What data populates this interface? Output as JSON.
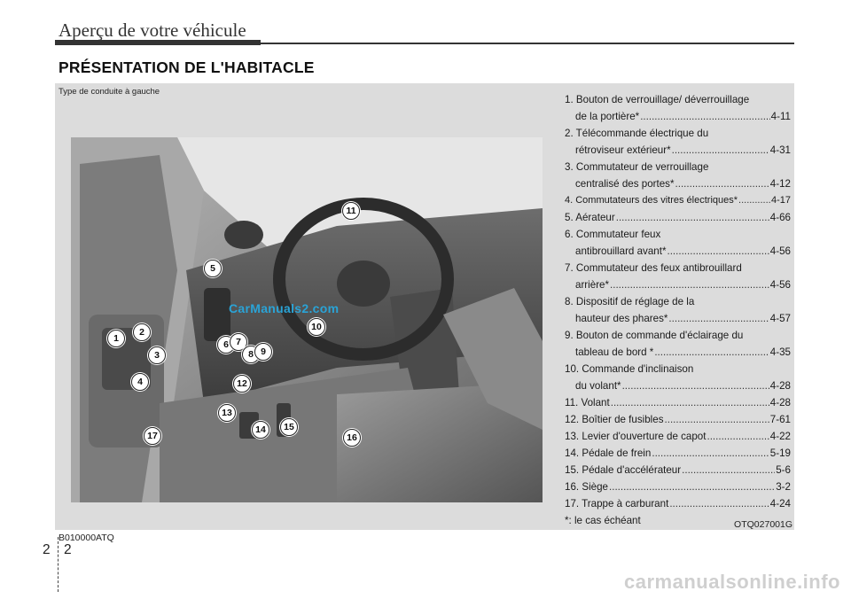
{
  "header": {
    "title": "Aperçu de votre véhicule"
  },
  "section": {
    "title": "PRÉSENTATION DE L'HABITACLE"
  },
  "figure": {
    "drive_label": "Type de conduite à gauche",
    "image_code": "OTQ027001G",
    "watermark": "CarManuals2.com",
    "callouts": [
      "1",
      "2",
      "3",
      "4",
      "5",
      "6",
      "7",
      "8",
      "9",
      "10",
      "11",
      "12",
      "13",
      "14",
      "15",
      "16",
      "17"
    ]
  },
  "items": [
    {
      "lines": [
        {
          "text": "1. Bouton de verrouillage/ déverrouillage"
        },
        {
          "text": "de la portière*",
          "page": "4-11"
        }
      ]
    },
    {
      "lines": [
        {
          "text": "2. Télécommande électrique du"
        },
        {
          "text": "rétroviseur extérieur*",
          "page": "4-31"
        }
      ]
    },
    {
      "lines": [
        {
          "text": "3. Commutateur de verrouillage"
        },
        {
          "text": "centralisé des portes*",
          "page": "4-12"
        }
      ]
    },
    {
      "lines": [
        {
          "text": "4. Commutateurs des vitres électriques*",
          "page": "4-17"
        }
      ]
    },
    {
      "lines": [
        {
          "text": "5. Aérateur",
          "page": "4-66"
        }
      ]
    },
    {
      "lines": [
        {
          "text": "6. Commutateur feux"
        },
        {
          "text": "antibrouillard avant*",
          "page": "4-56"
        }
      ]
    },
    {
      "lines": [
        {
          "text": "7. Commutateur des feux antibrouillard"
        },
        {
          "text": "arrière*",
          "page": "4-56"
        }
      ]
    },
    {
      "lines": [
        {
          "text": "8. Dispositif de réglage de la"
        },
        {
          "text": "hauteur des phares*",
          "page": "4-57"
        }
      ]
    },
    {
      "lines": [
        {
          "text": "9. Bouton de commande d'éclairage du"
        },
        {
          "text": "tableau de bord *",
          "page": "4-35"
        }
      ]
    },
    {
      "lines": [
        {
          "text": "10. Commande d'inclinaison"
        },
        {
          "text": "du volant*",
          "page": "4-28"
        }
      ]
    },
    {
      "lines": [
        {
          "text": "11. Volant",
          "page": "4-28"
        }
      ]
    },
    {
      "lines": [
        {
          "text": "12. Boîtier de fusibles",
          "page": "7-61"
        }
      ]
    },
    {
      "lines": [
        {
          "text": "13. Levier d'ouverture de capot",
          "page": "4-22"
        }
      ]
    },
    {
      "lines": [
        {
          "text": "14. Pédale de frein",
          "page": "5-19"
        }
      ]
    },
    {
      "lines": [
        {
          "text": "15. Pédale d'accélérateur",
          "page": "5-6"
        }
      ]
    },
    {
      "lines": [
        {
          "text": "16. Siège",
          "page": "3-2"
        }
      ]
    },
    {
      "lines": [
        {
          "text": "17. Trappe à carburant",
          "page": "4-24"
        }
      ]
    }
  ],
  "footnote": "*: le cas échéant",
  "footer": {
    "ref_code": "B010000ATQ",
    "page_left": "2",
    "page_right": "2",
    "site_watermark": "carmanualsonline.info"
  }
}
